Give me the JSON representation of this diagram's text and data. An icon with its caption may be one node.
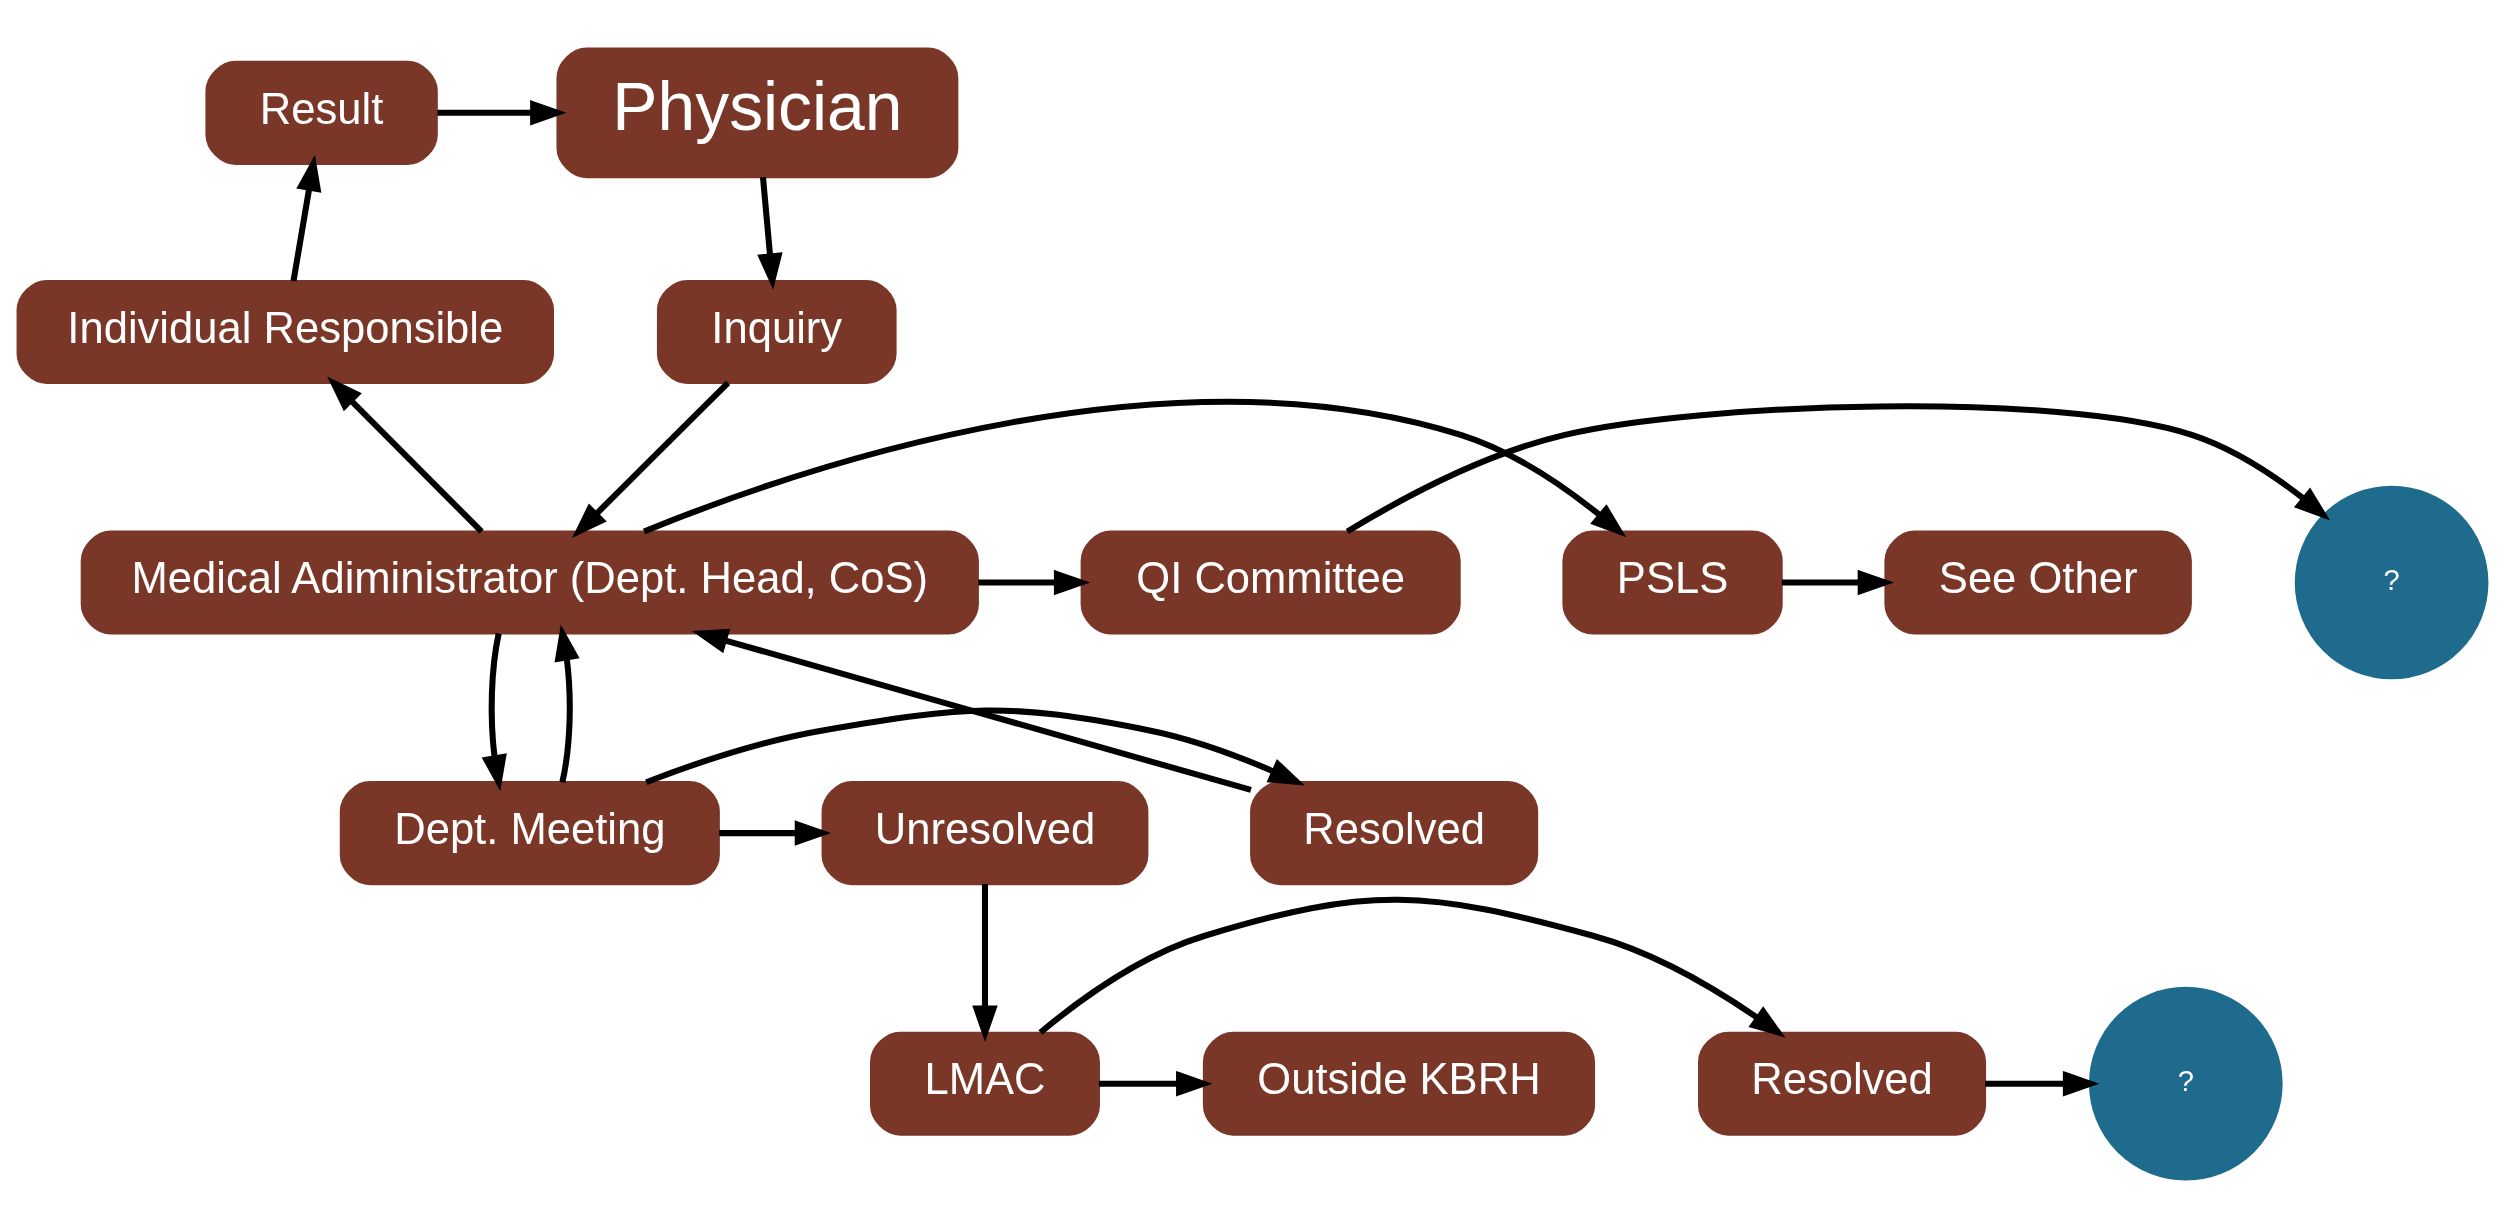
{
  "diagram": {
    "nodes": [
      {
        "text": [
          "Physician"
        ]
      },
      {
        "text": [
          "Inquiry"
        ]
      },
      {
        "text": [
          "Result"
        ]
      },
      {
        "text": [
          "See Other"
        ]
      },
      {
        "text": [
          "PSLS"
        ]
      },
      {
        "text": [
          "Medical Adiministrator (Dept. Head, CoS)"
        ]
      },
      {
        "text": [
          "Individual Responsible"
        ]
      },
      {
        "text": [
          "QI Committee"
        ]
      },
      {
        "text": [
          "?"
        ]
      },
      {
        "text": [
          "Resolved"
        ]
      },
      {
        "text": [
          "Dept. Meeting"
        ]
      },
      {
        "text": [
          "Unresolved"
        ]
      },
      {
        "text": [
          "?"
        ]
      },
      {
        "text": [
          "Resolved"
        ]
      },
      {
        "text": [
          "LMAC"
        ]
      },
      {
        "text": [
          "Outside KBRH"
        ]
      }
    ],
    "edges": [
      {
        "from": 0,
        "to": 1,
        "arrow": "to"
      },
      {
        "from": 1,
        "to": 5,
        "arrow": "to"
      },
      {
        "from": 5,
        "to": 4,
        "arrow": "to"
      },
      {
        "from": 4,
        "to": 3,
        "arrow": "to"
      },
      {
        "from": 5,
        "to": 6,
        "arrow": "to"
      },
      {
        "from": 5,
        "to": 7,
        "arrow": "to"
      },
      {
        "from": 6,
        "to": 2,
        "arrow": "to"
      },
      {
        "from": 2,
        "to": 0,
        "arrow": "to"
      },
      {
        "from": 7,
        "to": 8,
        "arrow": "to"
      },
      {
        "from": 5,
        "to": 10,
        "arrow": "to"
      },
      {
        "from": 10,
        "to": 5,
        "arrow": "to"
      },
      {
        "from": 10,
        "to": 9,
        "arrow": "to"
      },
      {
        "from": 9,
        "to": 5,
        "arrow": "to"
      },
      {
        "from": 10,
        "to": 11,
        "arrow": "to"
      },
      {
        "from": 11,
        "to": 14,
        "arrow": "to"
      },
      {
        "from": 14,
        "to": 13,
        "arrow": "to"
      },
      {
        "from": 13,
        "to": 12,
        "arrow": "to"
      },
      {
        "from": 14,
        "to": 15,
        "arrow": "to"
      }
    ]
  }
}
